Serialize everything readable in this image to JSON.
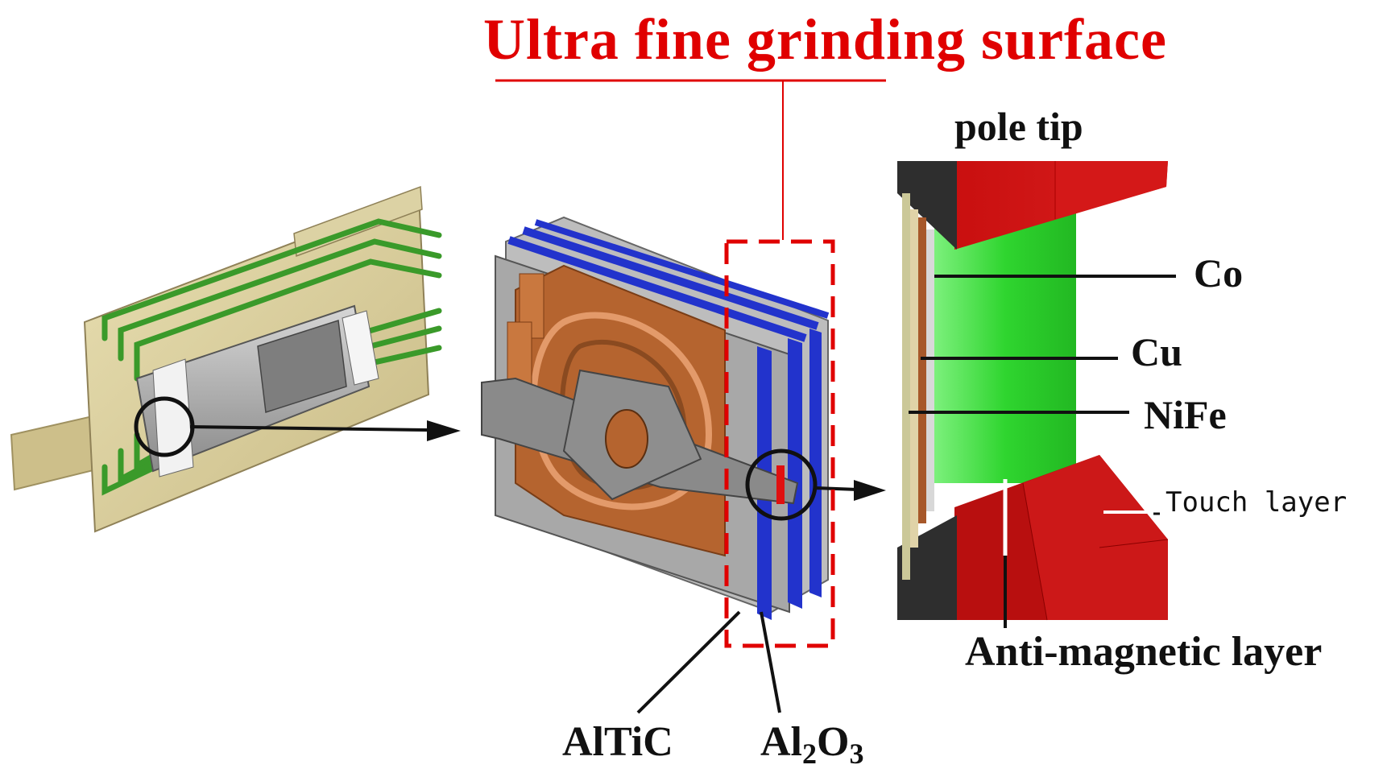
{
  "title": "Ultra fine grinding surface",
  "labels": {
    "pole_tip": "pole tip",
    "co": "Co",
    "cu": "Cu",
    "nife": "NiFe",
    "touch_layer": "Touch layer",
    "anti_magnetic_layer": "Anti-magnetic layer",
    "altic": "AlTiC",
    "al2o3_base": "Al",
    "al2o3_sub1": "2",
    "al2o3_mid": "O",
    "al2o3_sub2": "3"
  },
  "colors": {
    "title": "#e00000",
    "circuit_board": "#d8cc98",
    "trace": "#3a9a2a",
    "copper": "#b5642f",
    "slider_gray": "#a8a8a8",
    "blue_layer": "#2233cc",
    "pole_red": "#cc1111",
    "green_layer": "#33dd33"
  }
}
